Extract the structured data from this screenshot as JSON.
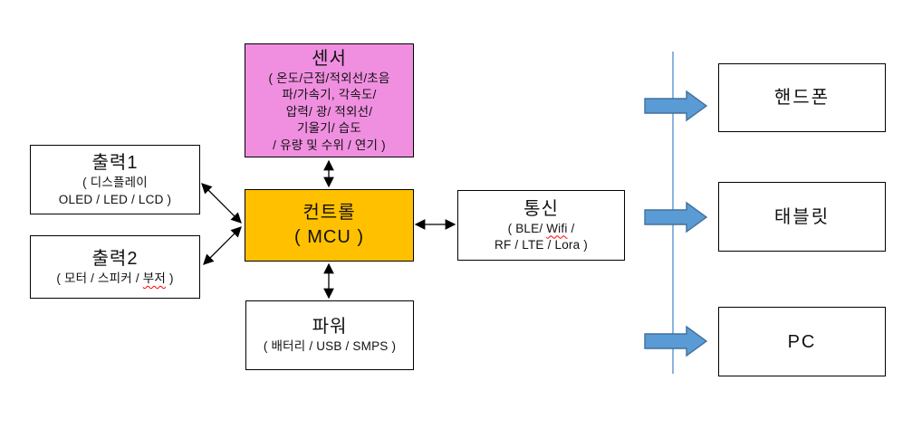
{
  "diagram": {
    "sensor_box": {
      "title": "센서",
      "detail": "( 온도/근접/적외선/초음\n파/가속기, 각속도/\n압력/ 광/ 적외선/\n기울기/ 습도\n/ 유량 및 수위 / 연기 )",
      "fill": "#F08FE0"
    },
    "control_box": {
      "title": "컨트롤",
      "subtitle": "( MCU )",
      "fill": "#FFC000"
    },
    "output1_box": {
      "title": "출력1",
      "detail": "( 디스플레이\nOLED / LED / LCD )"
    },
    "output2_box": {
      "title": "출력2",
      "detail_prefix": "( 모터 / 스피커 / ",
      "misspelled_word": "부저",
      "detail_suffix": " )"
    },
    "comm_box": {
      "title": "통신",
      "line1_prefix": "( BLE/ ",
      "misspelled_word": "Wifi",
      "line1_suffix": " /",
      "line2": "RF / LTE / Lora )"
    },
    "power_box": {
      "title": "파워",
      "detail": "( 배터리 / USB / SMPS )"
    },
    "devices": [
      {
        "label": "핸드폰"
      },
      {
        "label": "태블릿"
      },
      {
        "label": "PC"
      }
    ],
    "colors": {
      "sensor_fill": "#F08FE0",
      "control_fill": "#FFC000",
      "box_border": "#000000",
      "connector_black": "#000000",
      "blue_arrow_fill": "#5B9BD5",
      "blue_arrow_border": "#41719C",
      "divider_line": "#6FA0D6",
      "spellcheck_underline": "#FF0000"
    }
  }
}
